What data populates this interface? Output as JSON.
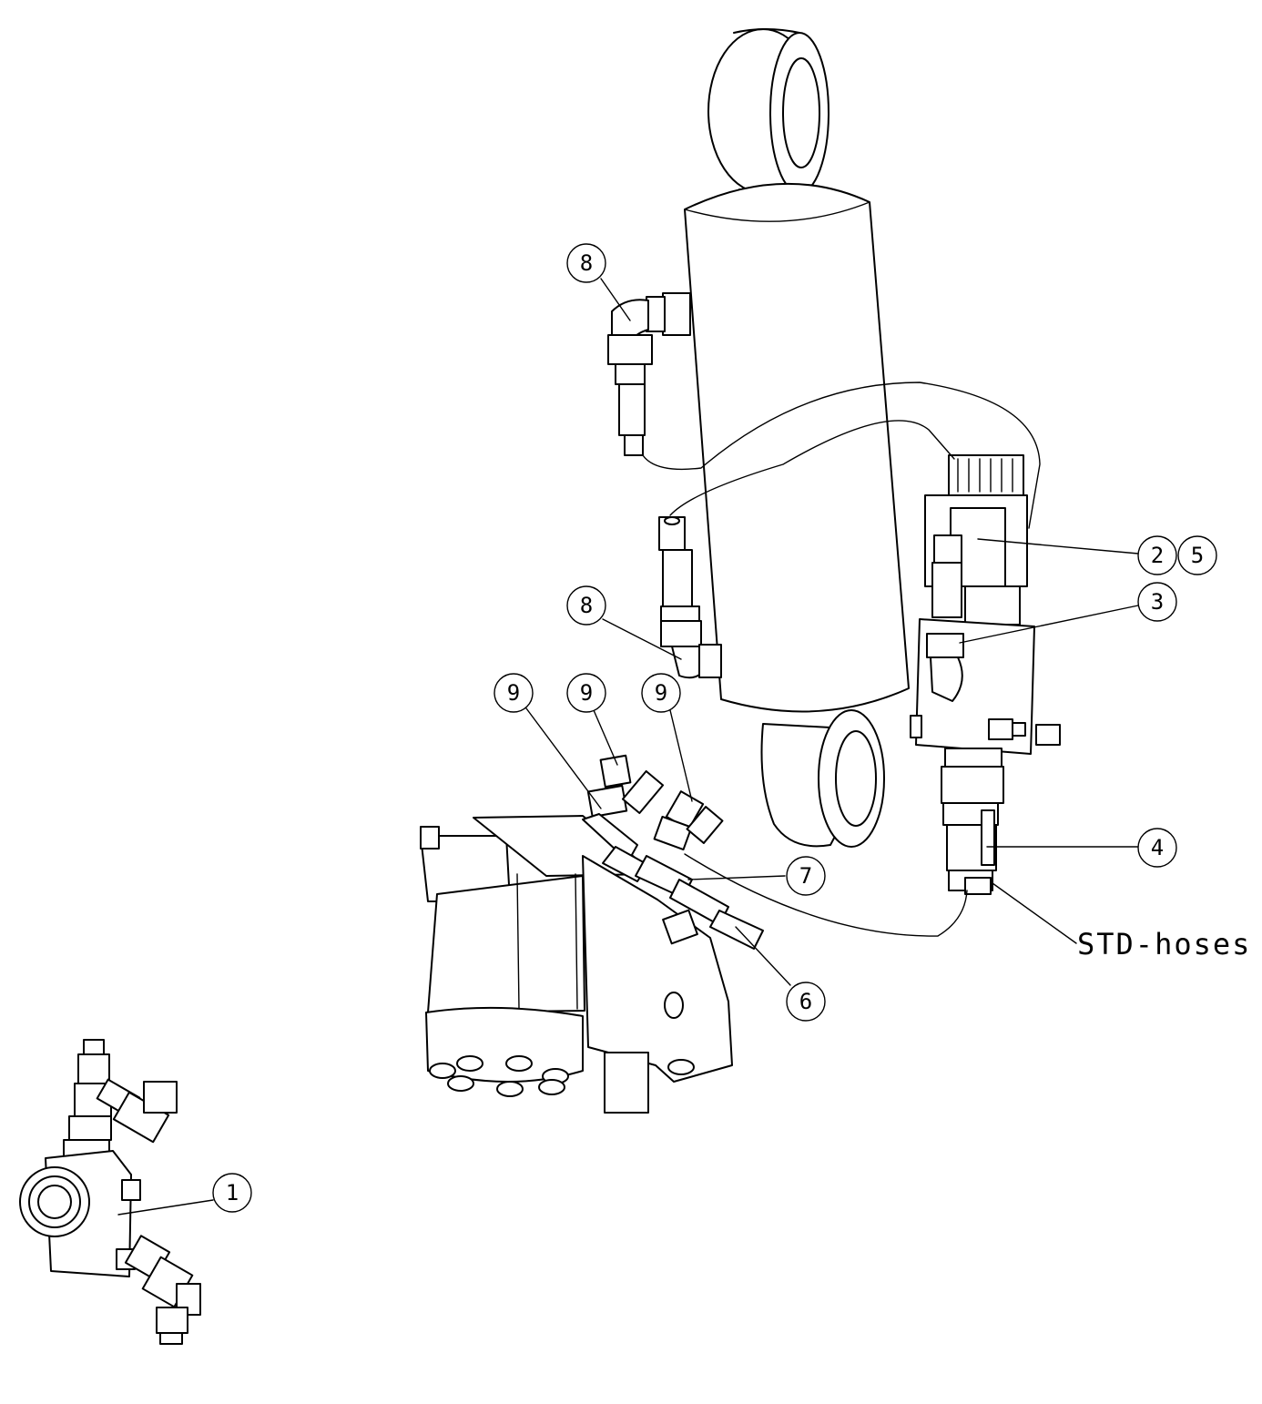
{
  "callouts": {
    "c1": "1",
    "c2": "2",
    "c3": "3",
    "c4": "4",
    "c5": "5",
    "c6": "6",
    "c7": "7",
    "c8a": "8",
    "c8b": "8",
    "c9a": "9",
    "c9b": "9",
    "c9c": "9"
  },
  "note_std_hoses": "STD-hoses"
}
